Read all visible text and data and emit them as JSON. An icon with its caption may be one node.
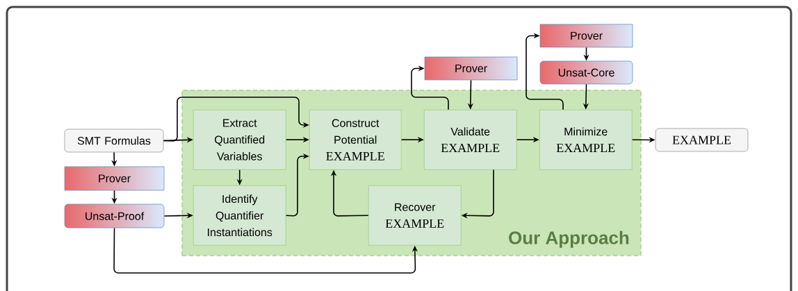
{
  "diagram": {
    "nodes": [
      {
        "text": [
          "Our Approach"
        ]
      },
      {
        "text": [
          "SMT Formulas"
        ]
      },
      {
        "text": [
          "Prover"
        ]
      },
      {
        "text": [
          "Unsat-Proof"
        ]
      },
      {
        "text": [
          "Extract Quantified Variables"
        ],
        "in": 0
      },
      {
        "text": [
          "Identify Quantifier Instantiations"
        ],
        "in": 0
      },
      {
        "text": [
          "Construct Potential",
          "EXAMPLE"
        ],
        "in": 0
      },
      {
        "text": [
          "Prover"
        ]
      },
      {
        "text": [
          "Validate",
          "EXAMPLE"
        ],
        "in": 0
      },
      {
        "text": [
          "Recover",
          "EXAMPLE"
        ],
        "in": 0
      },
      {
        "text": [
          "Prover"
        ]
      },
      {
        "text": [
          "Unsat-Core"
        ]
      },
      {
        "text": [
          "Minimize",
          "EXAMPLE"
        ],
        "in": 0
      },
      {
        "text": [
          "EXAMPLE"
        ]
      }
    ],
    "edges": [
      {
        "from": 1,
        "to": 2,
        "arrow": "to"
      },
      {
        "from": 2,
        "to": 3,
        "arrow": "to"
      },
      {
        "from": 1,
        "to": 4,
        "arrow": "to"
      },
      {
        "from": 1,
        "to": 6,
        "arrow": "to"
      },
      {
        "from": 4,
        "to": 6,
        "arrow": "to"
      },
      {
        "from": 4,
        "to": 5,
        "arrow": "to"
      },
      {
        "from": 5,
        "to": 6,
        "arrow": "to"
      },
      {
        "from": 3,
        "to": 5,
        "arrow": "to"
      },
      {
        "from": 3,
        "to": 9,
        "arrow": "to"
      },
      {
        "from": 6,
        "to": 8,
        "arrow": "to"
      },
      {
        "from": 8,
        "to": 7,
        "arrow": "to"
      },
      {
        "from": 7,
        "to": 8,
        "arrow": "to"
      },
      {
        "from": 8,
        "to": 9,
        "arrow": "to"
      },
      {
        "from": 9,
        "to": 6,
        "arrow": "to"
      },
      {
        "from": 8,
        "to": 12,
        "arrow": "to"
      },
      {
        "from": 12,
        "to": 10,
        "arrow": "to"
      },
      {
        "from": 10,
        "to": 11,
        "arrow": "to"
      },
      {
        "from": 11,
        "to": 12,
        "arrow": "to"
      },
      {
        "from": 12,
        "to": 13,
        "arrow": "to"
      }
    ]
  }
}
